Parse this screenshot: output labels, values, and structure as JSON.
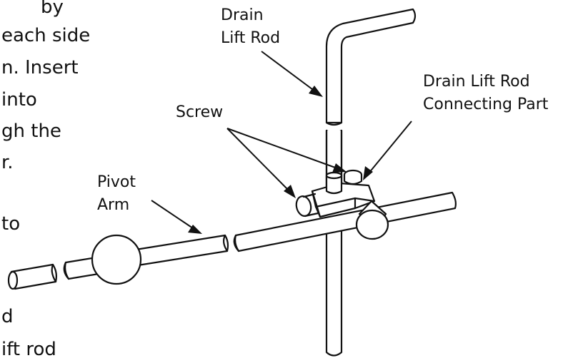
{
  "left_text_fragments": [
    "by",
    "each side",
    "n. Insert",
    "into",
    "gh the",
    "r.",
    "to",
    "d",
    "ift rod"
  ],
  "labels": {
    "drain_lift_rod": [
      "Drain",
      "Lift Rod"
    ],
    "connecting_part": [
      "Drain Lift Rod",
      "Connecting Part"
    ],
    "screw": "Screw",
    "pivot_arm": [
      "Pivot",
      "Arm"
    ]
  },
  "colors": {
    "ink": "#111111",
    "paper": "#ffffff"
  }
}
